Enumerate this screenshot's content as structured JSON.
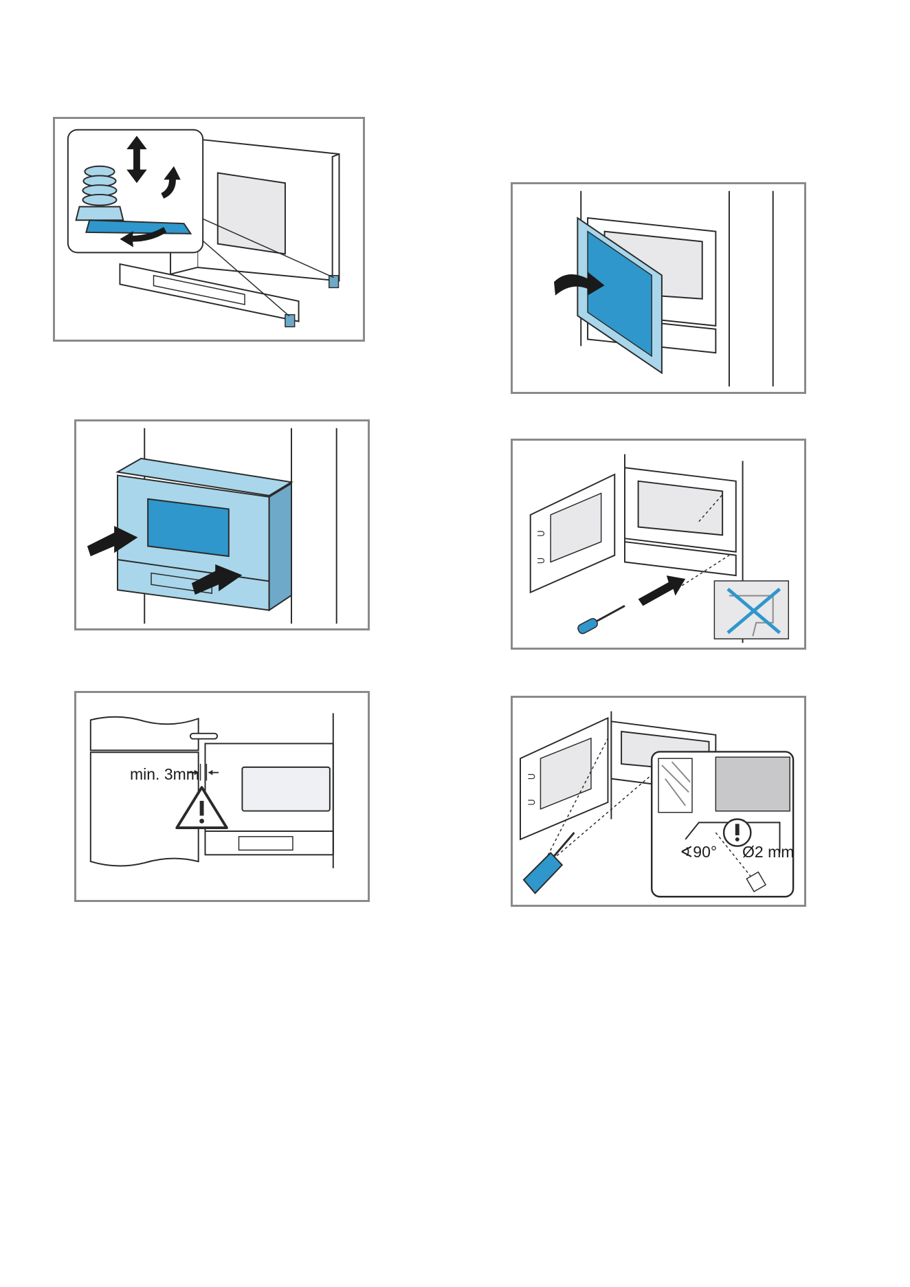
{
  "figures": {
    "gap_figure": {
      "gap_label": "min. 3mm"
    },
    "drill_figure": {
      "angle_label": "∢90°",
      "diameter_label": "Ø2 mm"
    }
  },
  "colors": {
    "appliance_blue": "#a9d6ea",
    "accent_blue": "#2f97cb",
    "line": "#2a2a2a",
    "frame": "#8a8a8a"
  }
}
